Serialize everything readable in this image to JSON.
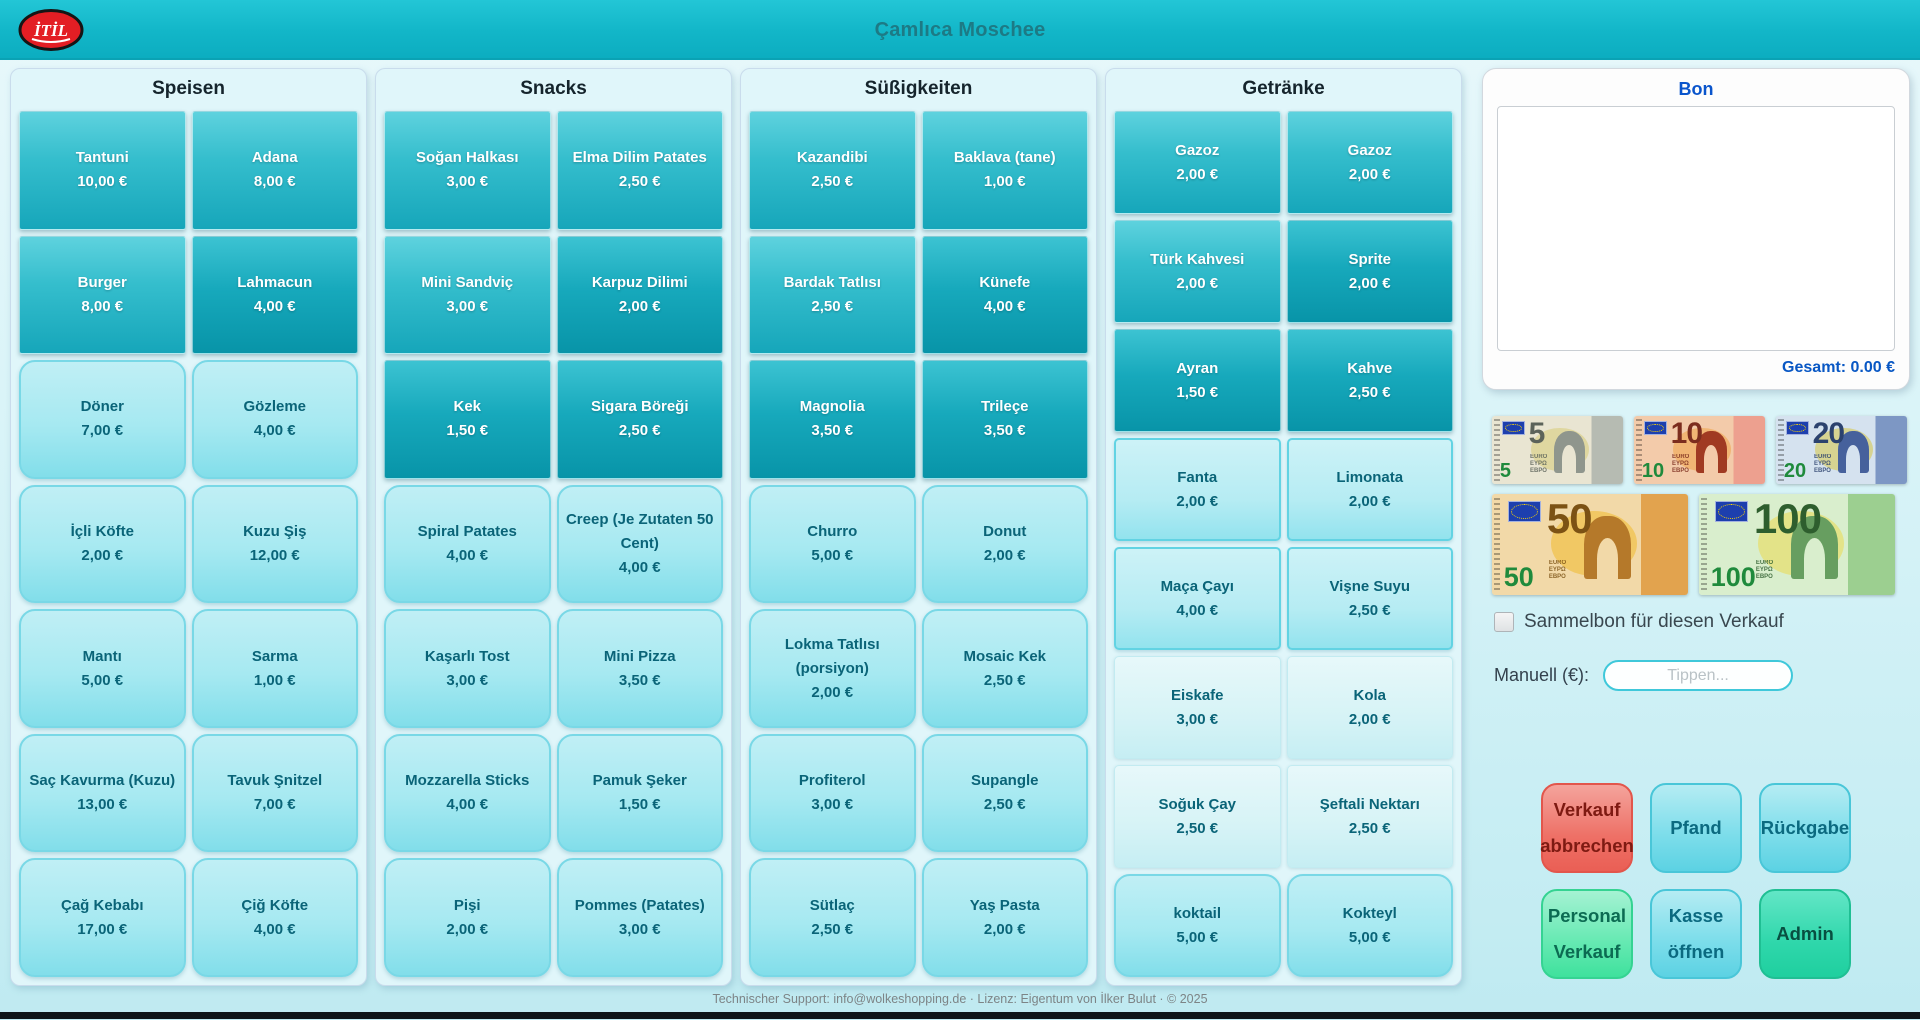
{
  "header": {
    "title": "Çamlıca Moschee"
  },
  "categories": [
    {
      "title": "Speisen",
      "items": [
        {
          "name": "Tantuni",
          "price": "10,00 €",
          "style": "dark-a"
        },
        {
          "name": "Adana",
          "price": "8,00 €",
          "style": "dark-a"
        },
        {
          "name": "Burger",
          "price": "8,00 €",
          "style": "dark-a"
        },
        {
          "name": "Lahmacun",
          "price": "4,00 €",
          "style": "dark-b"
        },
        {
          "name": "Döner",
          "price": "7,00 €",
          "style": "light"
        },
        {
          "name": "Gözleme",
          "price": "4,00 €",
          "style": "light"
        },
        {
          "name": "İçli Köfte",
          "price": "2,00 €",
          "style": "light"
        },
        {
          "name": "Kuzu Şiş",
          "price": "12,00 €",
          "style": "light"
        },
        {
          "name": "Mantı",
          "price": "5,00 €",
          "style": "light"
        },
        {
          "name": "Sarma",
          "price": "1,00 €",
          "style": "light"
        },
        {
          "name": "Saç Kavurma (Kuzu)",
          "price": "13,00 €",
          "style": "light"
        },
        {
          "name": "Tavuk Şnitzel",
          "price": "7,00 €",
          "style": "light"
        },
        {
          "name": "Çağ Kebabı",
          "price": "17,00 €",
          "style": "light"
        },
        {
          "name": "Çiğ Köfte",
          "price": "4,00 €",
          "style": "light"
        }
      ]
    },
    {
      "title": "Snacks",
      "items": [
        {
          "name": "Soğan Halkası",
          "price": "3,00 €",
          "style": "dark-a"
        },
        {
          "name": "Elma Dilim Patates",
          "price": "2,50 €",
          "style": "dark-a"
        },
        {
          "name": "Mini Sandviç",
          "price": "3,00 €",
          "style": "dark-a"
        },
        {
          "name": "Karpuz Dilimi",
          "price": "2,00 €",
          "style": "dark-b"
        },
        {
          "name": "Kek",
          "price": "1,50 €",
          "style": "dark-b"
        },
        {
          "name": "Sigara Böreği",
          "price": "2,50 €",
          "style": "dark-b"
        },
        {
          "name": "Spiral Patates",
          "price": "4,00 €",
          "style": "light"
        },
        {
          "name": "Creep (Je Zutaten 50 Cent)",
          "price": "4,00 €",
          "style": "light"
        },
        {
          "name": "Kaşarlı Tost",
          "price": "3,00 €",
          "style": "light"
        },
        {
          "name": "Mini Pizza",
          "price": "3,50 €",
          "style": "light"
        },
        {
          "name": "Mozzarella Sticks",
          "price": "4,00 €",
          "style": "light"
        },
        {
          "name": "Pamuk Şeker",
          "price": "1,50 €",
          "style": "light"
        },
        {
          "name": "Pişi",
          "price": "2,00 €",
          "style": "light"
        },
        {
          "name": "Pommes (Patates)",
          "price": "3,00 €",
          "style": "light"
        }
      ]
    },
    {
      "title": "Süßigkeiten",
      "items": [
        {
          "name": "Kazandibi",
          "price": "2,50 €",
          "style": "dark-a"
        },
        {
          "name": "Baklava (tane)",
          "price": "1,00 €",
          "style": "dark-a"
        },
        {
          "name": "Bardak Tatlısı",
          "price": "2,50 €",
          "style": "dark-a"
        },
        {
          "name": "Künefe",
          "price": "4,00 €",
          "style": "dark-b"
        },
        {
          "name": "Magnolia",
          "price": "3,50 €",
          "style": "dark-b"
        },
        {
          "name": "Trileçe",
          "price": "3,50 €",
          "style": "dark-b"
        },
        {
          "name": "Churro",
          "price": "5,00 €",
          "style": "light"
        },
        {
          "name": "Donut",
          "price": "2,00 €",
          "style": "light"
        },
        {
          "name": "Lokma Tatlısı (porsiyon)",
          "price": "2,00 €",
          "style": "light"
        },
        {
          "name": "Mosaic Kek",
          "price": "2,50 €",
          "style": "light"
        },
        {
          "name": "Profiterol",
          "price": "3,00 €",
          "style": "light"
        },
        {
          "name": "Supangle",
          "price": "2,50 €",
          "style": "light"
        },
        {
          "name": "Sütlaç",
          "price": "2,50 €",
          "style": "light"
        },
        {
          "name": "Yaş Pasta",
          "price": "2,00 €",
          "style": "light"
        }
      ]
    },
    {
      "title": "Getränke",
      "items": [
        {
          "name": "Gazoz",
          "price": "2,00 €",
          "style": "dark-a"
        },
        {
          "name": "Gazoz",
          "price": "2,00 €",
          "style": "dark-a"
        },
        {
          "name": "Türk Kahvesi",
          "price": "2,00 €",
          "style": "dark-a"
        },
        {
          "name": "Sprite",
          "price": "2,00 €",
          "style": "dark-b"
        },
        {
          "name": "Ayran",
          "price": "1,50 €",
          "style": "dark-b"
        },
        {
          "name": "Kahve",
          "price": "2,50 €",
          "style": "dark-b"
        },
        {
          "name": "Fanta",
          "price": "2,00 €",
          "style": "lightsq"
        },
        {
          "name": "Limonata",
          "price": "2,00 €",
          "style": "lightsq"
        },
        {
          "name": "Maça Çayı",
          "price": "4,00 €",
          "style": "lightsq"
        },
        {
          "name": "Vişne Suyu",
          "price": "2,50 €",
          "style": "lightsq"
        },
        {
          "name": "Eiskafe",
          "price": "3,00 €",
          "style": "pale"
        },
        {
          "name": "Kola",
          "price": "2,00 €",
          "style": "pale"
        },
        {
          "name": "Soğuk Çay",
          "price": "2,50 €",
          "style": "pale"
        },
        {
          "name": "Şeftali Nektarı",
          "price": "2,50 €",
          "style": "pale"
        },
        {
          "name": "koktail",
          "price": "5,00 €",
          "style": "light"
        },
        {
          "name": "Kokteyl",
          "price": "5,00 €",
          "style": "light"
        }
      ]
    }
  ],
  "receipt": {
    "title": "Bon",
    "total": "Gesamt: 0.00 €"
  },
  "banknotes": [
    {
      "value": "5",
      "size": "sm",
      "name": "banknote-5",
      "style": "--body:#e9e5d2;--band:#b6bbb2;--num:#5c635a;--arch:#8f968d;--circ:#dbd28f"
    },
    {
      "value": "10",
      "size": "sm",
      "name": "banknote-10",
      "style": "--body:#f3cbaa;--band:#eda08f;--num:#7c2d1e;--arch:#a03a22;--circ:#f0ad62"
    },
    {
      "value": "20",
      "size": "sm",
      "name": "banknote-20",
      "style": "--body:#d5e2ef;--band:#7d97c4;--num:#2c426e;--arch:#46619c;--circ:#d6cd72"
    },
    {
      "value": "50",
      "size": "lg",
      "name": "banknote-50",
      "style": "--body:#f2d9a8;--band:#e2a34e;--num:#7c5214;--arch:#b5792a;--circ:#f0c24e"
    },
    {
      "value": "100",
      "size": "lg",
      "name": "banknote-100",
      "style": "--body:#d9eecd;--band:#9ccf90;--num:#2e5e2e;--arch:#679e60;--circ:#e6df70"
    }
  ],
  "banknotes_micro": "EURO\nΕΥΡΩ\nЕВРО",
  "options": {
    "sammelbon_label": "Sammelbon für diesen Verkauf",
    "checked": false
  },
  "manual": {
    "label": "Manuell (€):",
    "placeholder": "Tippen..."
  },
  "actions": [
    {
      "label": "Verkauf abbrechen",
      "style": "red",
      "name": "cancel-sale-button"
    },
    {
      "label": "Pfand",
      "style": "cyan",
      "name": "pfand-button"
    },
    {
      "label": "Rückgabe",
      "style": "cyan",
      "name": "rueckgabe-button"
    },
    {
      "label": "Personal Verkauf",
      "style": "green",
      "name": "personal-sale-button"
    },
    {
      "label": "Kasse öffnen",
      "style": "cyan",
      "name": "open-register-button"
    },
    {
      "label": "Admin",
      "style": "teal",
      "name": "admin-button"
    }
  ],
  "footer": {
    "text": "Technischer Support: info@wolkeshopping.de · Lizenz: Eigentum von İlker Bulut · © 2025"
  },
  "colors": {
    "header_teal": "#12b6c8",
    "accent_blue": "#0a55cc",
    "cancel_red": "#ee7066",
    "personal_green": "#3fe19d",
    "admin_teal": "#23cfa6",
    "button_dark_teal": "#16a6ba"
  }
}
